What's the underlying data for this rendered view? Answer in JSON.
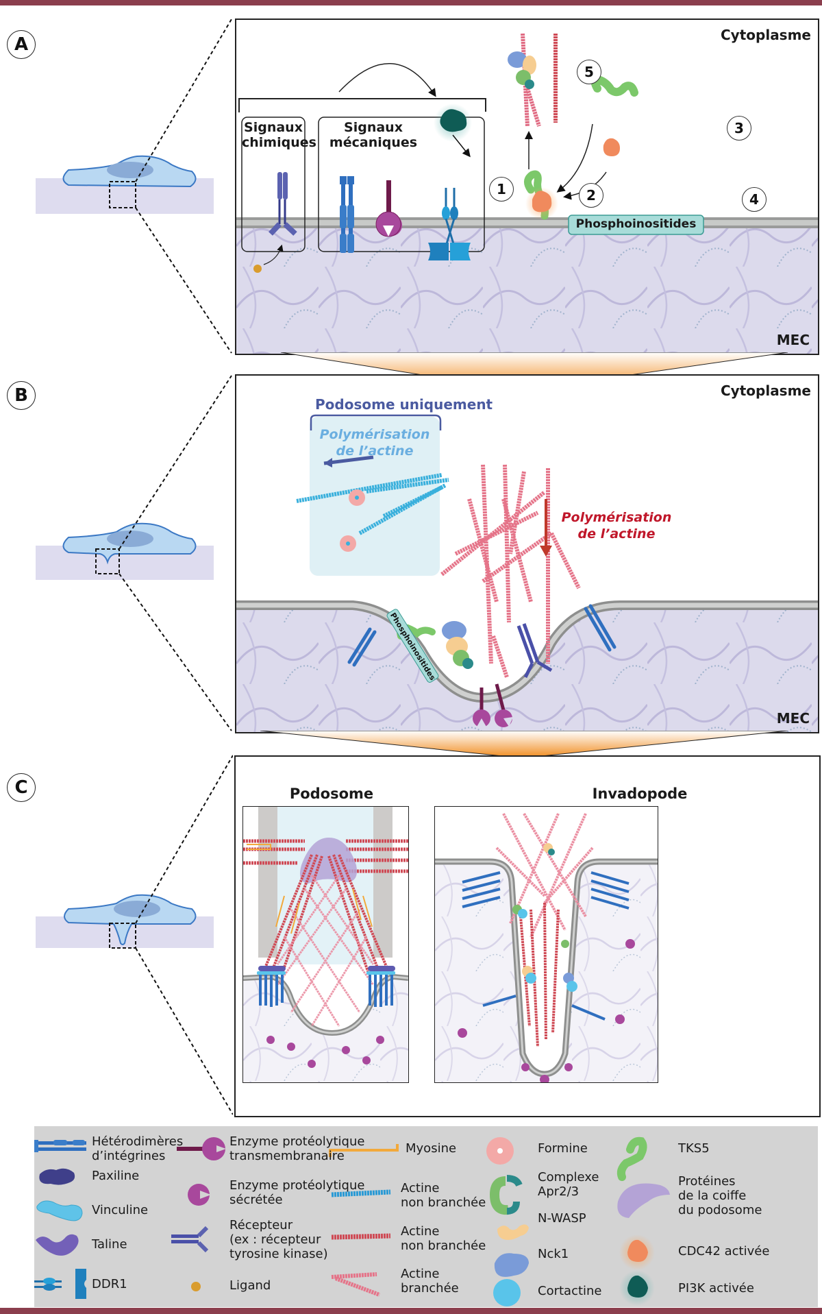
{
  "panels": {
    "A": {
      "label": "A",
      "cytoplasm_label": "Cytoplasme",
      "ecm_label": "MEC",
      "chemical_signals_label": "Signaux chimiques",
      "chemical_signals_line1": "Signaux",
      "chemical_signals_line2": "chimiques",
      "mechanical_signals_line1": "Signaux",
      "mechanical_signals_line2": "mécaniques",
      "phosphoinositides_label": "Phosphoinositides",
      "steps": [
        "1",
        "2",
        "3",
        "4",
        "5"
      ]
    },
    "B": {
      "label": "B",
      "cytoplasm_label": "Cytoplasme",
      "ecm_label": "MEC",
      "podosome_only_label": "Podosome uniquement",
      "polymerisation_left_line1": "Polymérisation",
      "polymerisation_left_line2": "de l’actine",
      "polymerisation_right_line1": "Polymérisation",
      "polymerisation_right_line2": "de l’actine",
      "phosphoinositides_label": "Phosphoinositides"
    },
    "C": {
      "label": "C",
      "podosome_title": "Podosome",
      "invadopode_title": "Invadopode"
    }
  },
  "legend": {
    "items": [
      {
        "icon": "integrin-heterodimer-icon",
        "line1": "Hétérodimères",
        "line2": "d’intégrines"
      },
      {
        "icon": "paxillin-icon",
        "line1": "Paxiline",
        "line2": ""
      },
      {
        "icon": "vinculin-icon",
        "line1": "Vinculine",
        "line2": ""
      },
      {
        "icon": "talin-icon",
        "line1": "Taline",
        "line2": ""
      },
      {
        "icon": "ddr1-icon",
        "line1": "DDR1",
        "line2": ""
      },
      {
        "icon": "transmembrane-protease-icon",
        "line1": "Enzyme protéolytique",
        "line2": "transmembranaire"
      },
      {
        "icon": "secreted-protease-icon",
        "line1": "Enzyme protéolytique",
        "line2": "sécrétée"
      },
      {
        "icon": "receptor-icon",
        "line1": "Récepteur",
        "line2": "(ex : récepteur",
        "line3": "tyrosine kinase)"
      },
      {
        "icon": "ligand-icon",
        "line1": "Ligand",
        "line2": ""
      },
      {
        "icon": "myosin-icon",
        "line1": "Myosine",
        "line2": ""
      },
      {
        "icon": "unbranched-actin-blue-icon",
        "line1": "Actine",
        "line2": "non branchée"
      },
      {
        "icon": "unbranched-actin-red-icon",
        "line1": "Actine",
        "line2": "non branchée"
      },
      {
        "icon": "branched-actin-icon",
        "line1": "Actine",
        "line2": "branchée"
      },
      {
        "icon": "formin-icon",
        "line1": "Formine",
        "line2": ""
      },
      {
        "icon": "arp23-complex-icon",
        "line1": "Complexe",
        "line2": "Apr2/3"
      },
      {
        "icon": "n-wasp-icon",
        "line1": "N-WASP",
        "line2": ""
      },
      {
        "icon": "nck1-icon",
        "line1": "Nck1",
        "line2": ""
      },
      {
        "icon": "cortactin-icon",
        "line1": "Cortactine",
        "line2": ""
      },
      {
        "icon": "tks5-icon",
        "line1": "TKS5",
        "line2": ""
      },
      {
        "icon": "podosome-cap-icon",
        "line1": "Protéines",
        "line2": "de la coiffe",
        "line3": "du podosome"
      },
      {
        "icon": "cdc42-icon",
        "line1": "CDC42 activée",
        "line2": ""
      },
      {
        "icon": "pi3k-icon",
        "line1": "PI3K activée",
        "line2": ""
      }
    ]
  },
  "colors": {
    "frame_bar": "#8b3e4d",
    "ecm": "#dcdaec",
    "membrane": "#a9aaa9",
    "phosphoinositides_bg": "#a8dcd9",
    "podosome_blue_text": "#4a5aa0",
    "light_blue_text": "#6aaee0",
    "red_text": "#c0172a",
    "legend_bg": "#d3d3d3"
  }
}
